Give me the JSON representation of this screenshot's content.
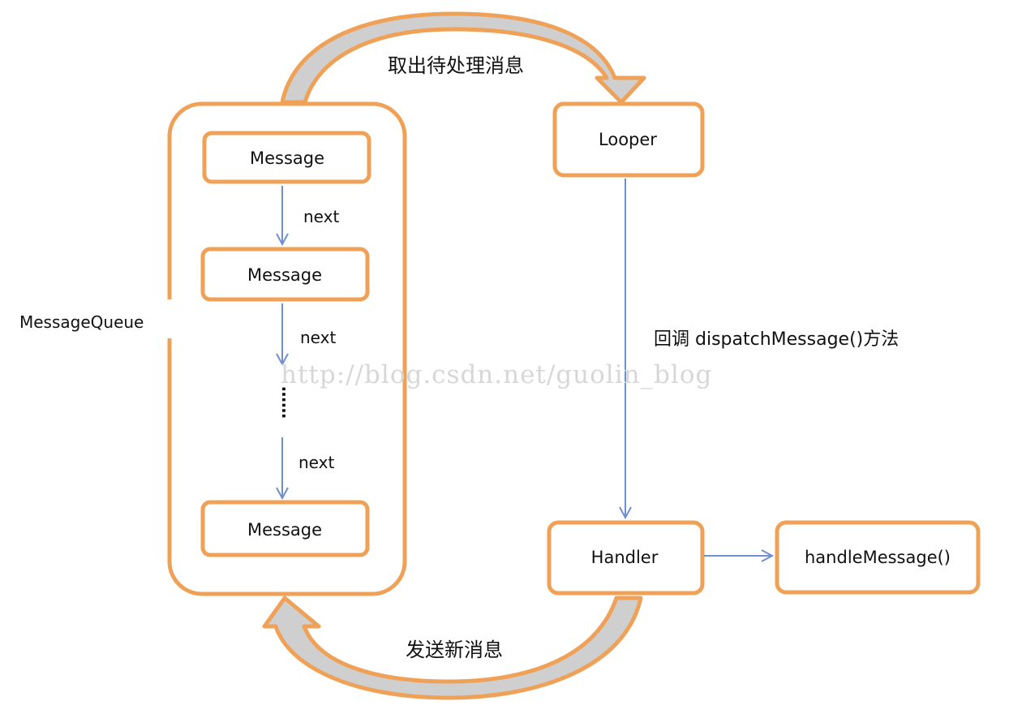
{
  "diagram": {
    "queue_label": "MessageQueue",
    "messages": [
      "Message",
      "Message",
      "Message"
    ],
    "next_labels": [
      "next",
      "next",
      "next"
    ],
    "ellipsis": "……",
    "looper": "Looper",
    "handler": "Handler",
    "handle_message": "handleMessage()",
    "top_arrow_label": "取出待处理消息",
    "callback_label": "回调 dispatchMessage()方法",
    "bottom_arrow_label": "发送新消息",
    "watermark": "http://blog.csdn.net/guolin_blog"
  },
  "colors": {
    "box_border": "#f0a158",
    "arrow_fill": "#cfcfcf",
    "connector_blue": "#6f8fd0",
    "watermark_gray": "#d7d7d7"
  }
}
